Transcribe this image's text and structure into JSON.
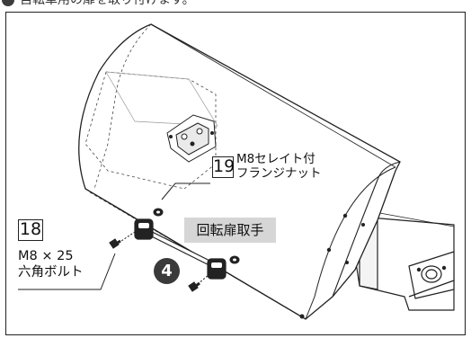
{
  "header": {
    "text": "自転車用の扉を取り付けます。"
  },
  "parts": [
    {
      "number": "19",
      "name_line1": "M8セレイト付",
      "name_line2": "フランジナット"
    },
    {
      "number": "18",
      "name_line1": "M8 × 25",
      "name_line2": "六角ボルト"
    }
  ],
  "callout": {
    "handle_label": "回転扉取手"
  },
  "step": {
    "number": "4"
  }
}
